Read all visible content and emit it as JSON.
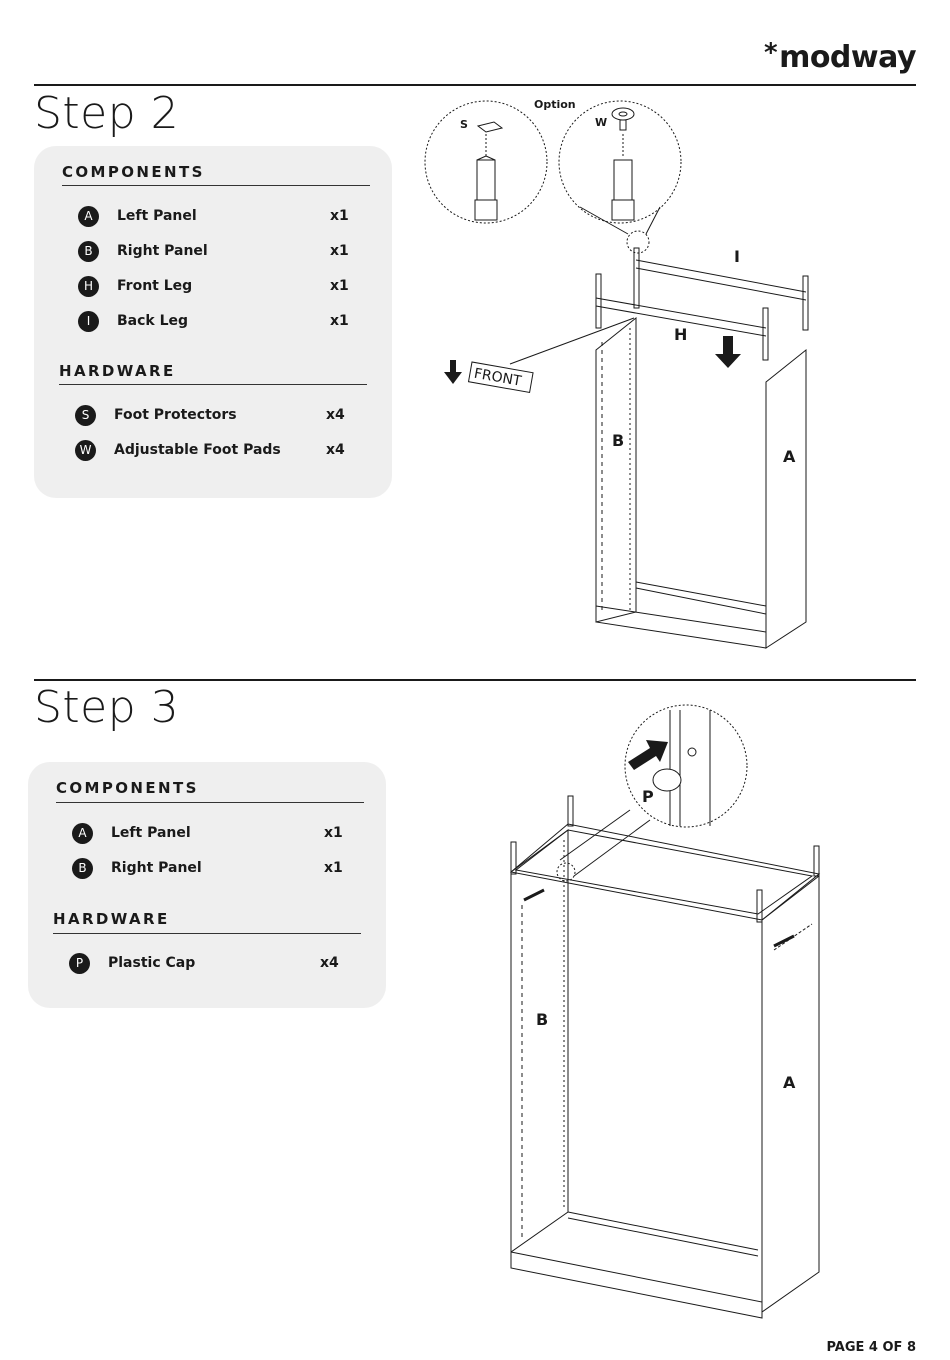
{
  "brand": {
    "star": "*",
    "name": "modway"
  },
  "steps": [
    {
      "title": "Step 2",
      "components_heading": "COMPONENTS",
      "components": [
        {
          "badge": "A",
          "label": "Left Panel",
          "qty": "x1"
        },
        {
          "badge": "B",
          "label": "Right Panel",
          "qty": "x1"
        },
        {
          "badge": "H",
          "label": "Front Leg",
          "qty": "x1"
        },
        {
          "badge": "I",
          "label": "Back Leg",
          "qty": "x1"
        }
      ],
      "hardware_heading": "HARDWARE",
      "hardware": [
        {
          "badge": "S",
          "label": "Foot Protectors",
          "qty": "x4"
        },
        {
          "badge": "W",
          "label": "Adjustable Foot Pads",
          "qty": "x4"
        }
      ],
      "diagram": {
        "option_label": "Option",
        "callout_s": "S",
        "callout_w": "W",
        "part_i": "I",
        "part_h": "H",
        "part_b": "B",
        "part_a": "A",
        "front_label": "FRONT"
      }
    },
    {
      "title": "Step 3",
      "components_heading": "COMPONENTS",
      "components": [
        {
          "badge": "A",
          "label": "Left Panel",
          "qty": "x1"
        },
        {
          "badge": "B",
          "label": "Right Panel",
          "qty": "x1"
        }
      ],
      "hardware_heading": "HARDWARE",
      "hardware": [
        {
          "badge": "P",
          "label": "Plastic Cap",
          "qty": "x4"
        }
      ],
      "diagram": {
        "callout_p": "P",
        "part_b": "B",
        "part_a": "A"
      }
    }
  ],
  "footer": {
    "page": "PAGE 4 OF 8"
  }
}
